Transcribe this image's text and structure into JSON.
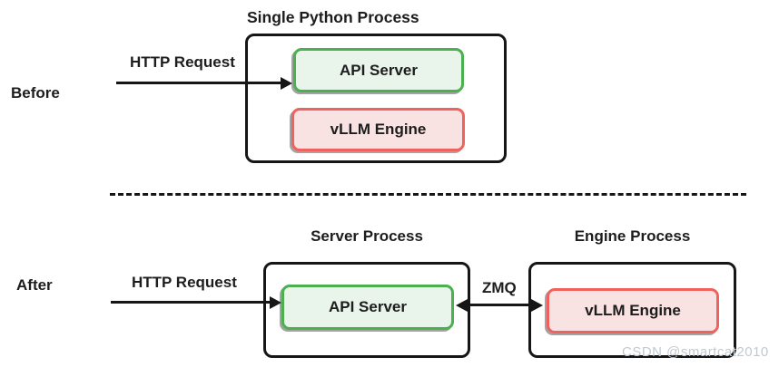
{
  "colors": {
    "text": "#1d1d1d",
    "line": "#161616",
    "green_border": "#4caf50",
    "green_fill": "#e9f4ea",
    "red_border": "#f0625d",
    "red_fill": "#f9e2e2",
    "watermark": "#c2c9cf"
  },
  "before": {
    "row_label": "Before",
    "arrow_label": "HTTP Request",
    "process": {
      "title": "Single Python Process",
      "components": [
        {
          "label": "API Server",
          "color": "green"
        },
        {
          "label": "vLLM Engine",
          "color": "red"
        }
      ]
    }
  },
  "after": {
    "row_label": "After",
    "arrow_label": "HTTP Request",
    "zmq_label": "ZMQ",
    "server_process": {
      "title": "Server Process",
      "component": "API Server"
    },
    "engine_process": {
      "title": "Engine Process",
      "component": "vLLM Engine"
    }
  },
  "watermark": {
    "text": "CSDN @smartcat2010"
  }
}
